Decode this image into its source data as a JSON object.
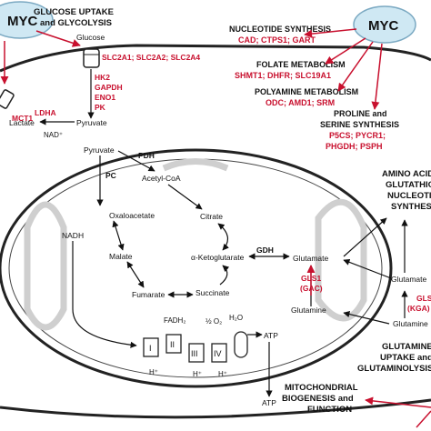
{
  "colors": {
    "accent_red": "#c8102e",
    "myc_fill": "#cfe8f3",
    "ink": "#111111"
  },
  "myc_left": "MYC",
  "myc_right": "MYC",
  "glucose_uptake": [
    "GLUCOSE UPTAKE",
    "and GLYCOLYSIS"
  ],
  "nucleotide": {
    "title": "NUCLEOTIDE SYNTHESIS",
    "genes": "CAD; CTPS1; GART"
  },
  "folate": {
    "title": "FOLATE METABOLISM",
    "genes": "SHMT1; DHFR; SLC19A1"
  },
  "polyamine": {
    "title": "POLYAMINE METABOLISM",
    "genes": "ODC; AMD1; SRM"
  },
  "proline": {
    "title": [
      "PROLINE and",
      "SERINE SYNTHESIS"
    ],
    "genes": [
      "P5CS; PYCR1;",
      "PHGDH; PSPH"
    ]
  },
  "cytosol": {
    "glucose": "Glucose",
    "slc2": "SLC2A1; SLC2A2; SLC2A4",
    "glycolysis_genes": [
      "HK2",
      "GAPDH",
      "ENO1",
      "PK"
    ],
    "mct1": "MCT1",
    "ldha": "LDHA",
    "lactate": "Lactate",
    "nad": "NAD⁺",
    "pyruvate": "Pyruvate"
  },
  "mito": {
    "pyruvate": "Pyruvate",
    "pdh": "PDH",
    "pc": "PC",
    "acetyl_coa": "Acetyl-CoA",
    "oxaloacetate": "Oxaloacetate",
    "citrate": "Citrate",
    "nadh": "NADH",
    "malate": "Malate",
    "akg": "α-Ketoglutarate",
    "fumarate": "Fumarate",
    "succinate": "Succinate",
    "gdh": "GDH",
    "glutamate": "Glutamate",
    "gls1": [
      "GLS1",
      "(GAC)"
    ],
    "glutamine": "Glutamine",
    "fadh2": "FADH₂",
    "o2": "½ O₂",
    "h2o": "H₂O",
    "atp_in": "ATP",
    "complexes": [
      "I",
      "II",
      "III",
      "IV"
    ],
    "hplus": "H⁺"
  },
  "right": {
    "amino": [
      "AMINO ACID,",
      "GLUTATHIONE,",
      "NUCLEOTIDE",
      "SYNTHESIS"
    ],
    "glutamate": "Glutamate",
    "gls_red": [
      "GLS",
      "(KGA)"
    ],
    "glutamine": "Glutamine",
    "glutamine_uptake": [
      "GLUTAMINE",
      "UPTAKE and",
      "GLUTAMINOLYSIS"
    ],
    "mito_biogenesis": [
      "MITOCHONDRIAL",
      "BIOGENESIS and",
      "FUNCTION"
    ],
    "atp_out": "ATP"
  }
}
